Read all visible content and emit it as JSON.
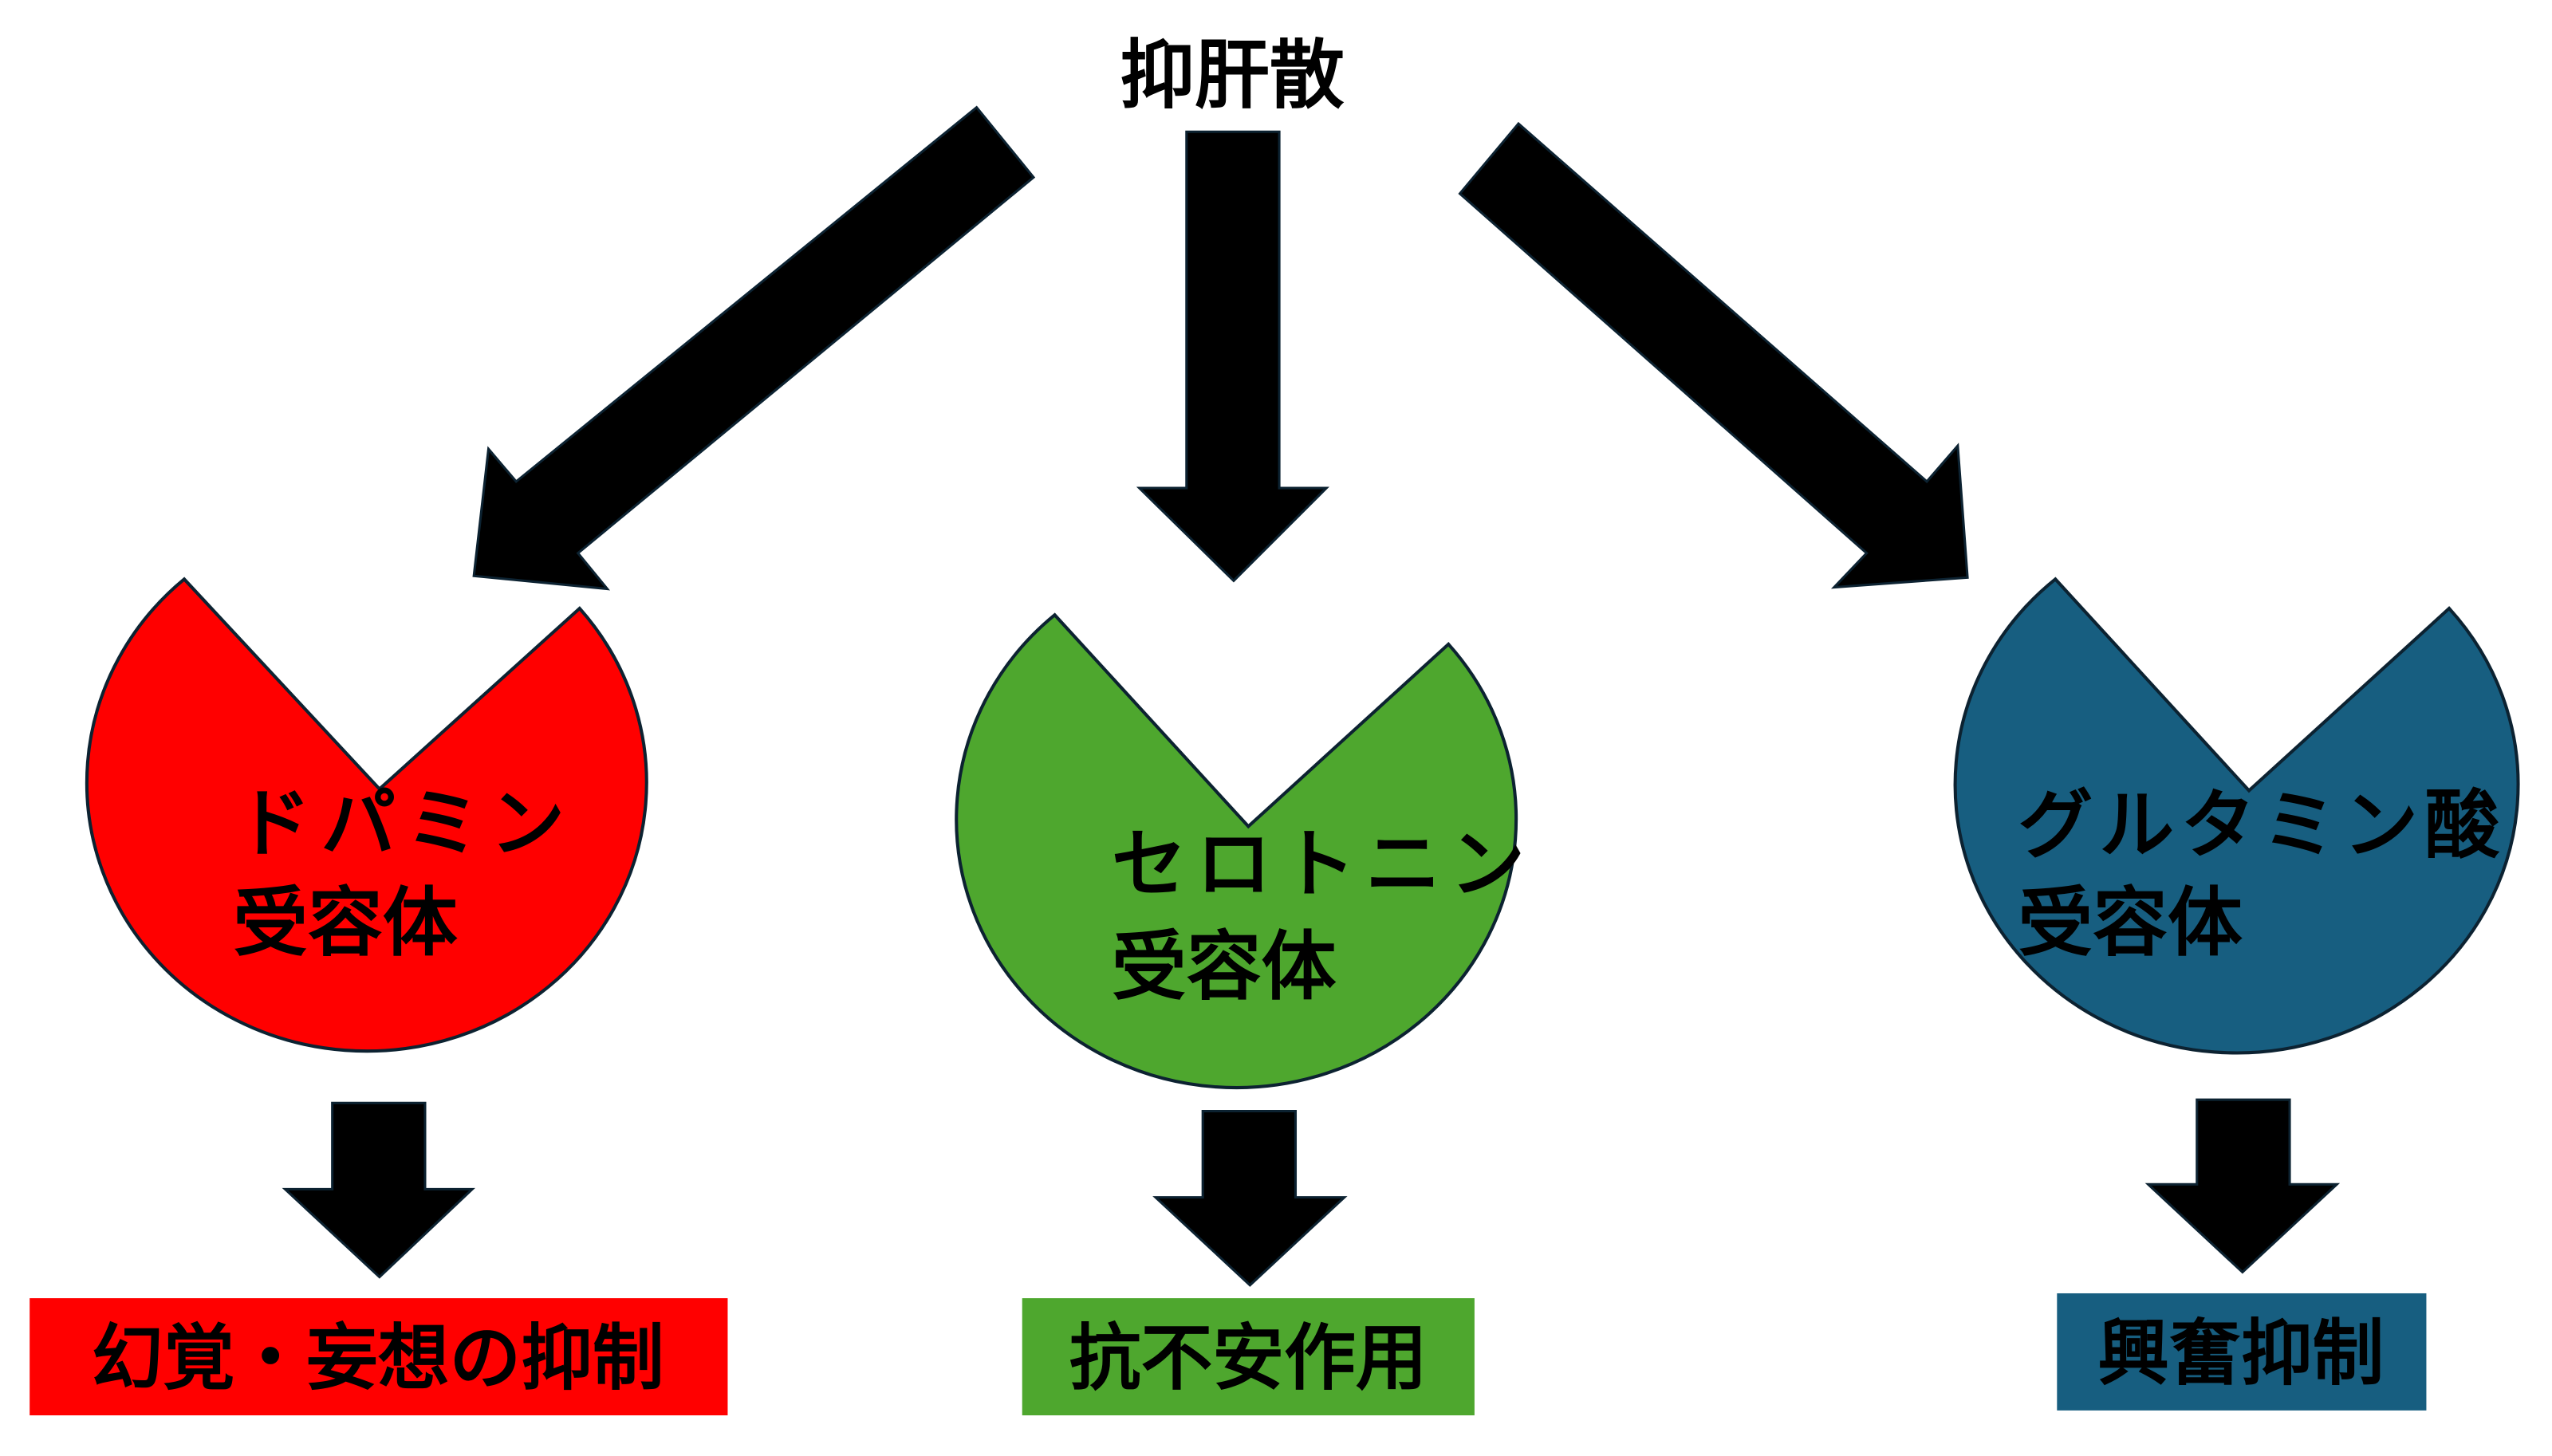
{
  "title": "抑肝散",
  "receptors": [
    {
      "line1": "ドパミン",
      "line2": "受容体",
      "color": "#ff0000"
    },
    {
      "line1": "セロトニン",
      "line2": "受容体",
      "color": "#4ea72e"
    },
    {
      "line1": "グルタミン酸",
      "line2": "受容体",
      "color": "#175e80"
    }
  ],
  "effects": [
    {
      "label": "幻覚・妄想の抑制",
      "color": "#ff0000"
    },
    {
      "label": "抗不安作用",
      "color": "#4ea72e"
    },
    {
      "label": "興奮抑制",
      "color": "#175e80"
    }
  ]
}
